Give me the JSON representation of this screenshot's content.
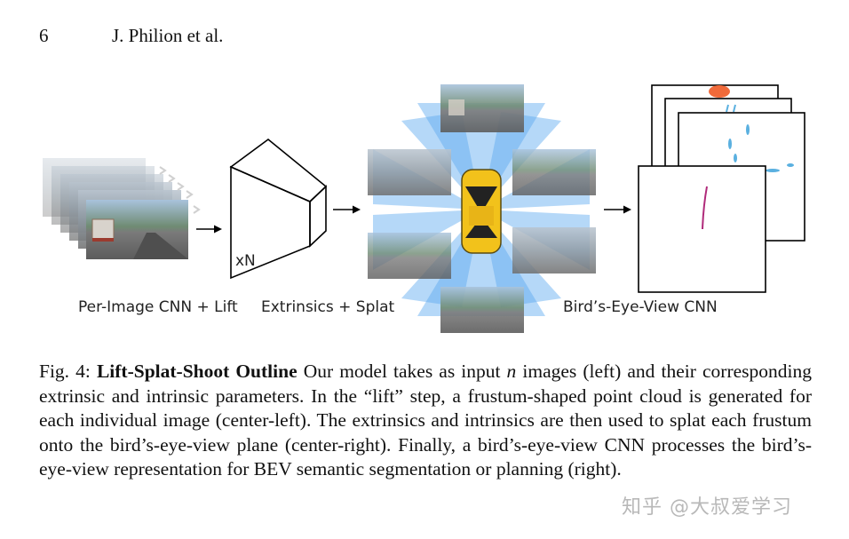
{
  "header": {
    "page_number": "6",
    "authors": "J. Philion et al."
  },
  "figure": {
    "labels": {
      "per_image": "Per-Image CNN + Lift",
      "extrinsics": "Extrinsics + Splat",
      "bev": "Bird’s-Eye-View CNN"
    },
    "frustum_label": "xN"
  },
  "caption": {
    "fig_num": "Fig. 4:",
    "fig_title": "Lift-Splat-Shoot Outline",
    "text_part1": " Our model takes as input ",
    "var_n": "n",
    "text_part2": " images (left) and their corresponding extrinsic and intrinsic parameters. In the “lift” step, a frustum-shaped point cloud is generated for each individual image (center-left). The extrinsics and intrinsics are then used to splat each frustum onto the bird’s-eye-view plane (center-right). Finally, a bird’s-eye-view CNN processes the bird’s-eye-view representation for BEV semantic segmentation or planning (right)."
  },
  "watermark": "知乎 @大叔爱学习",
  "colors": {
    "frustum_blue": "#5aa8f0",
    "car_yellow": "#f2c21b",
    "bev_red": "#f06a3a"
  }
}
